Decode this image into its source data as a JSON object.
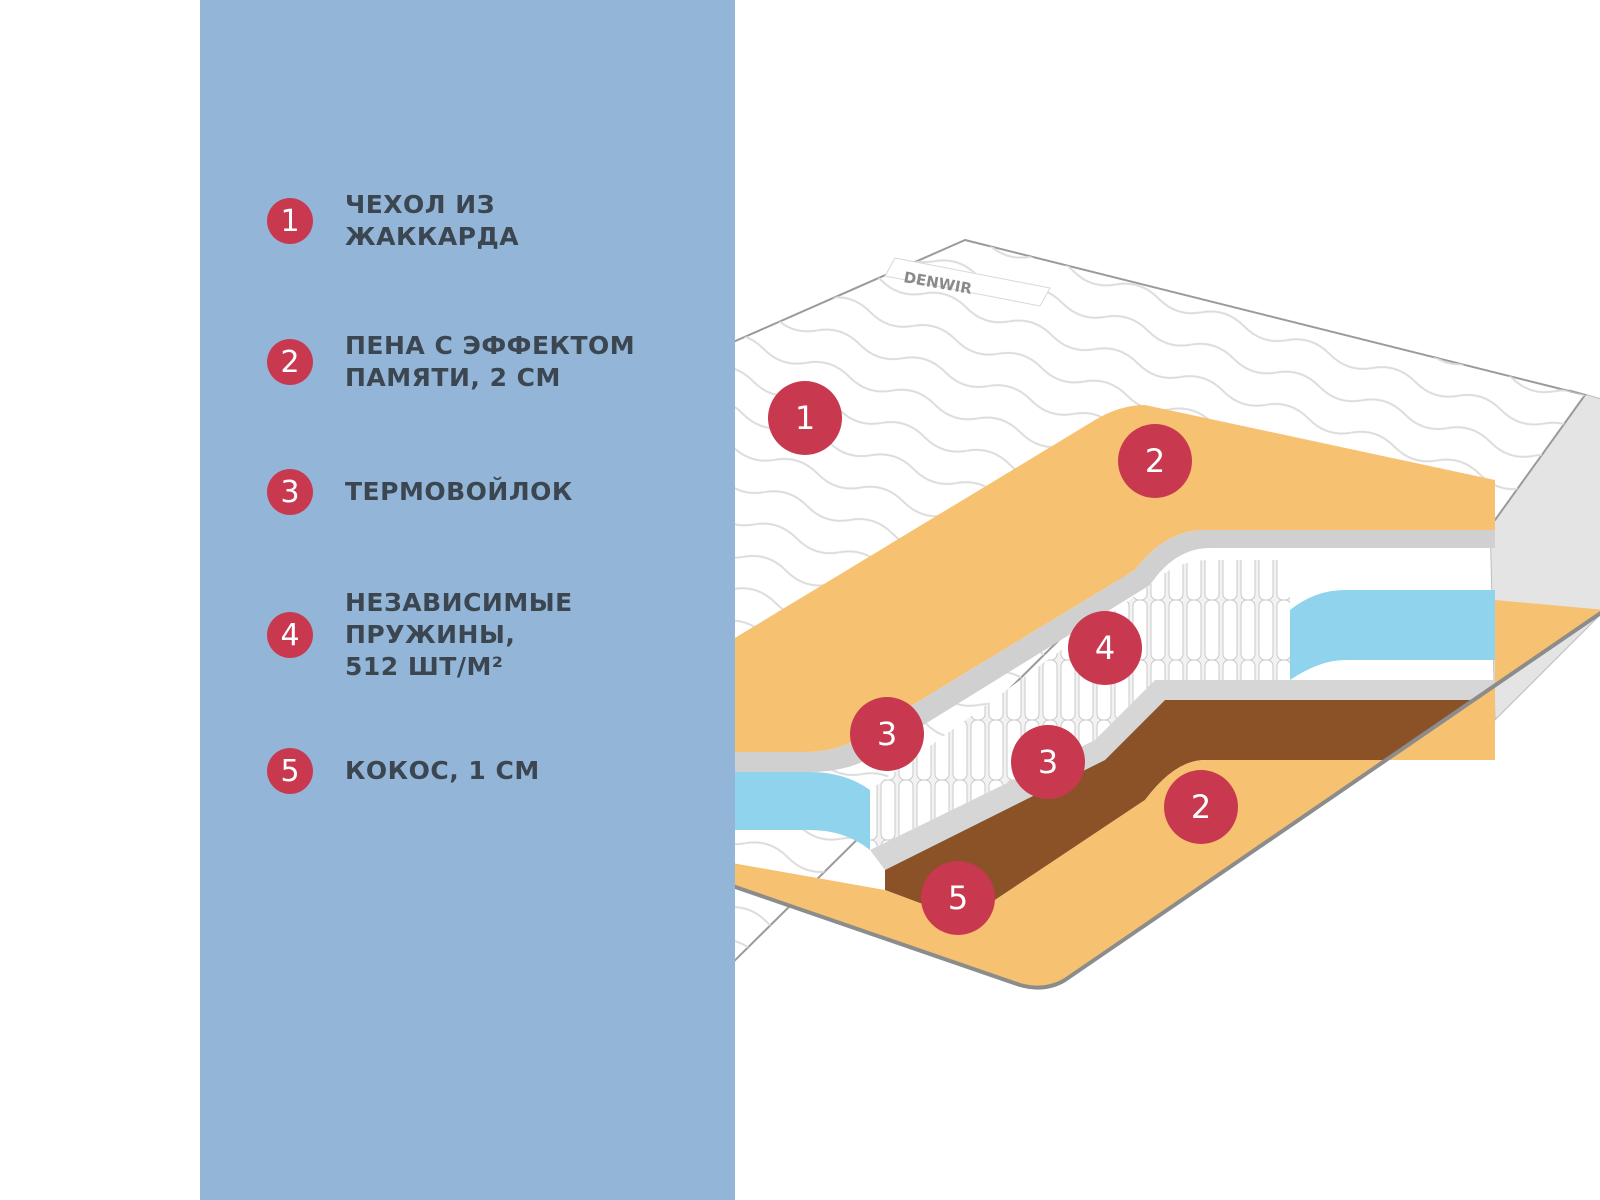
{
  "legend": [
    {
      "number": "1",
      "lines": [
        "ЧЕХОЛ ИЗ",
        "ЖАККАРДА"
      ]
    },
    {
      "number": "2",
      "lines": [
        "ПЕНА С ЭФФЕКТОМ",
        "ПАМЯТИ, 2 СМ"
      ]
    },
    {
      "number": "3",
      "lines": [
        "ТЕРМОВОЙЛОК"
      ]
    },
    {
      "number": "4",
      "lines": [
        "НЕЗАВИСИМЫЕ",
        "ПРУЖИНЫ,",
        "512 ШТ/М²"
      ]
    },
    {
      "number": "5",
      "lines": [
        "КОКОС, 1 СМ"
      ]
    }
  ],
  "brand": {
    "logo_text": "DENWIR"
  },
  "markers": [
    "1",
    "2",
    "4",
    "3",
    "3",
    "2",
    "5"
  ],
  "colors": {
    "panel": "#93b6d8",
    "badge": "#c8394f",
    "text": "#3b4650",
    "foam": "#f6c271",
    "coconut": "#8a5226",
    "gel_foam": "#8fd3ec",
    "felt": "#d6d6d6",
    "cover": "#ffffff"
  }
}
